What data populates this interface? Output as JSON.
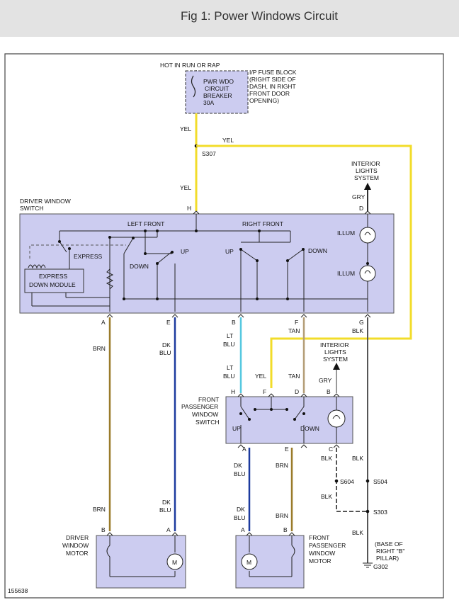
{
  "page_title": "Fig 1: Power Windows Circuit",
  "figure_id": "155638",
  "colors": {
    "yel": "#f2dc2a",
    "brn": "#9a7b2a",
    "dk_blu": "#1c3a9e",
    "lt_blu": "#55c8e0",
    "tan": "#b39d76",
    "blk": "#555555",
    "gry": "#999999",
    "box_fill": "#ccccf0"
  },
  "power": {
    "source": "HOT IN RUN OR RAP",
    "breaker": [
      "PWR WDO",
      "CIRCUIT",
      "BREAKER",
      "30A"
    ],
    "fuse_block": [
      "I/P FUSE BLOCK",
      "(RIGHT SIDE OF",
      "DASH, IN RIGHT",
      "FRONT DOOR",
      "OPENING)"
    ],
    "splice": "S307"
  },
  "driver_switch": {
    "title": [
      "DRIVER WINDOW",
      "SWITCH"
    ],
    "left_front": "LEFT FRONT",
    "right_front": "RIGHT FRONT",
    "express": "EXPRESS",
    "express_module": [
      "EXPRESS",
      "DOWN MODULE"
    ],
    "down": "DOWN",
    "up": "UP",
    "illum": "ILLUM",
    "pins_top": [
      "H",
      "D"
    ],
    "pins_bottom": [
      "A",
      "E",
      "B",
      "F",
      "G"
    ]
  },
  "interior_lights": [
    "INTERIOR",
    "LIGHTS",
    "SYSTEM"
  ],
  "passenger_switch": {
    "title": [
      "FRONT",
      "PASSENGER",
      "WINDOW",
      "SWITCH"
    ],
    "up": "UP",
    "down": "DOWN",
    "pins_top": [
      "H",
      "F",
      "D",
      "B"
    ],
    "pins_bottom": [
      "A",
      "E",
      "C"
    ]
  },
  "wires": {
    "yel": "YEL",
    "brn": "BRN",
    "dk": "DK",
    "blu": "BLU",
    "lt": "LT",
    "tan": "TAN",
    "blk": "BLK",
    "gry": "GRY"
  },
  "splices": {
    "s604": "S604",
    "s504": "S504",
    "s303": "S303"
  },
  "ground": {
    "note": [
      "(BASE OF",
      "RIGHT \"B\"",
      "PILLAR)"
    ],
    "id": "G302"
  },
  "driver_motor": {
    "title": [
      "DRIVER",
      "WINDOW",
      "MOTOR"
    ],
    "pins": [
      "B",
      "A"
    ],
    "m": "M"
  },
  "passenger_motor": {
    "title": [
      "FRONT",
      "PASSENGER",
      "WINDOW",
      "MOTOR"
    ],
    "pins": [
      "A",
      "B"
    ],
    "m": "M"
  }
}
